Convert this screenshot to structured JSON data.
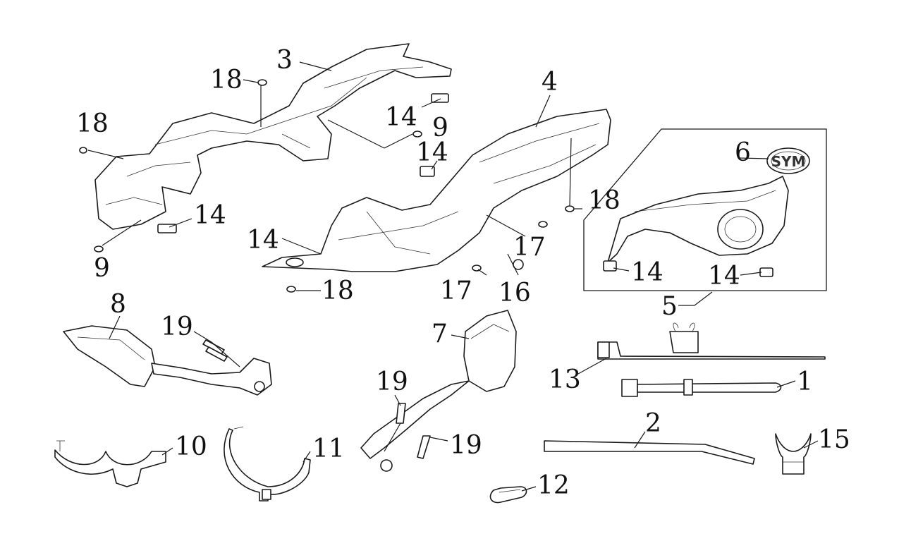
{
  "diagram": {
    "callouts": {
      "c1": "1",
      "c2": "2",
      "c3": "3",
      "c4": "4",
      "c5": "5",
      "c6": "6",
      "c7": "7",
      "c8": "8",
      "c9a": "9",
      "c9b": "9",
      "c10": "10",
      "c11": "11",
      "c12": "12",
      "c13": "13",
      "c14a": "14",
      "c14b": "14",
      "c14c": "14",
      "c14d": "14",
      "c14e": "14",
      "c14f": "14",
      "c15": "15",
      "c16": "16",
      "c17a": "17",
      "c17b": "17",
      "c18a": "18",
      "c18b": "18",
      "c18c": "18",
      "c18d": "18",
      "c19a": "19",
      "c19b": "19",
      "c19c": "19"
    },
    "emblem_text": "SYM"
  }
}
